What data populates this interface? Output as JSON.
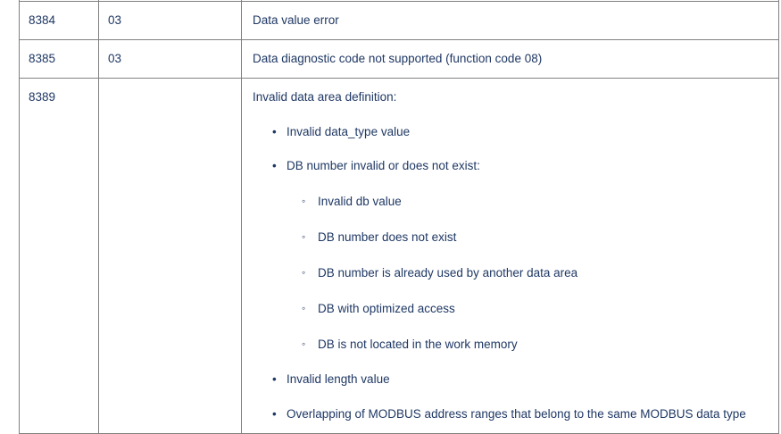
{
  "document": {
    "type": "error-code-table",
    "text_color": "#1F3864",
    "border_color": "#808080",
    "background": "#FFFFFF"
  },
  "table": {
    "columns": [
      "error_code",
      "function_code",
      "description"
    ],
    "rows": [
      {
        "id": "row-clipped-top",
        "error_code": "",
        "function_code": "",
        "description": "",
        "clipped": true
      },
      {
        "id": "row-8384",
        "error_code": "8384",
        "function_code": "03",
        "description": "Data value error"
      },
      {
        "id": "row-8385",
        "error_code": "8385",
        "function_code": "03",
        "description": "Data diagnostic code not supported (function code 08)"
      },
      {
        "id": "row-8389",
        "error_code": "8389",
        "function_code": "",
        "description_lead": "Invalid data area definition:",
        "bullets": [
          {
            "marker": "bullet-filled-disc",
            "glyph": "•",
            "text": "Invalid data_type value",
            "children": []
          },
          {
            "marker": "bullet-filled-disc",
            "glyph": "•",
            "text": "DB number invalid or does not exist:",
            "children": [
              {
                "marker": "bullet-hollow-circle",
                "glyph": "◦",
                "text": "Invalid db value"
              },
              {
                "marker": "bullet-hollow-circle",
                "glyph": "◦",
                "text": "DB number does not exist"
              },
              {
                "marker": "bullet-hollow-circle",
                "glyph": "◦",
                "text": "DB number is already used by another data area"
              },
              {
                "marker": "bullet-hollow-circle",
                "glyph": "◦",
                "text": "DB with optimized access"
              },
              {
                "marker": "bullet-hollow-circle",
                "glyph": "◦",
                "text": "DB is not located in the work memory"
              }
            ]
          },
          {
            "marker": "bullet-filled-disc",
            "glyph": "•",
            "text": "Invalid length value",
            "children": []
          },
          {
            "marker": "bullet-filled-disc",
            "glyph": "•",
            "text": "Overlapping of MODBUS address ranges that belong to the same MODBUS data type",
            "children": []
          }
        ]
      }
    ]
  }
}
